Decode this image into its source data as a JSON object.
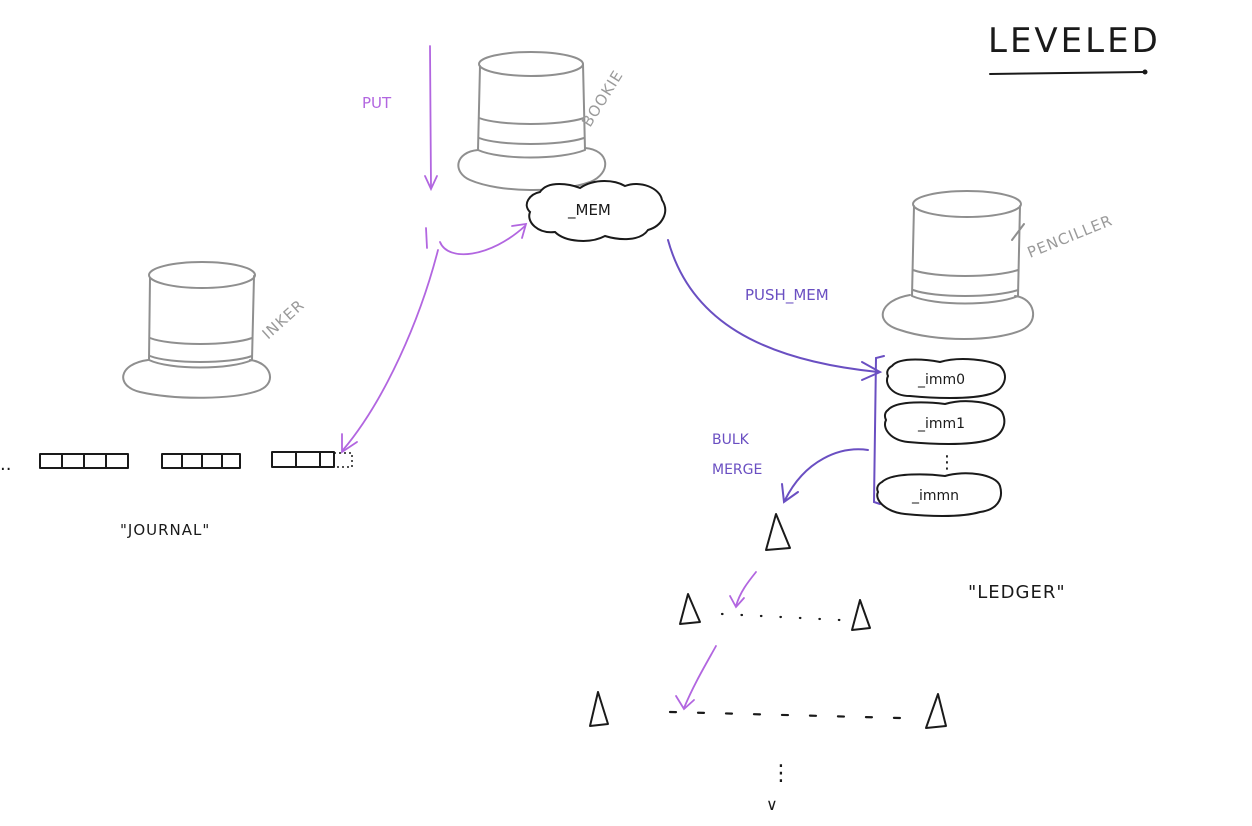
{
  "title": "LEVELED",
  "hats": {
    "bookie": "BOOKIE",
    "inker": "INKER",
    "penciller": "PENCILLER"
  },
  "arrows": {
    "put": "PUT",
    "push_mem": "PUSH_MEM",
    "bulk_merge_line1": "BULK",
    "bulk_merge_line2": "MERGE"
  },
  "memory": {
    "mem": "_MEM",
    "imm": [
      "_imm0",
      "_imm1",
      "_immn"
    ],
    "imm_ellipsis": "⋮"
  },
  "journal": {
    "label": "\"JOURNAL\"",
    "leading_dots": ".."
  },
  "ledger": {
    "label": "\"LEDGER\"",
    "tail_ellipsis": "⋮",
    "tail_arrow": "∨"
  },
  "colors": {
    "ink": "#1a1a1a",
    "hat_grey": "#8f8f8f",
    "put_violet": "#b266e0",
    "push_purple": "#6a4fc2"
  }
}
